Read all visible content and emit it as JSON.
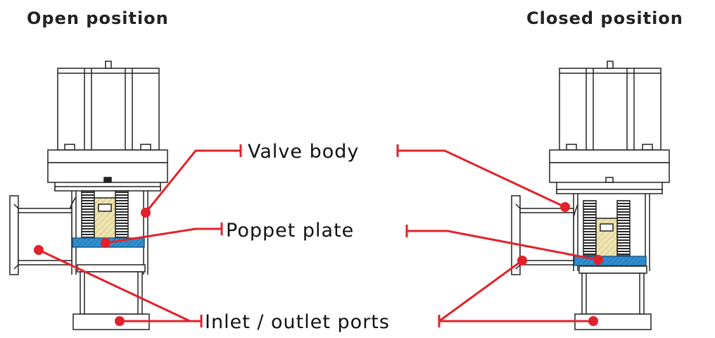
{
  "titles": {
    "open": "Open position",
    "closed": "Closed position"
  },
  "labels": {
    "valve_body": "Valve body",
    "poppet_plate": "Poppet plate",
    "ports": "Inlet / outlet ports"
  },
  "colors": {
    "leader": "#e3212b",
    "poppet": "#2f8fd0",
    "poppet_dark": "#1d5f8c",
    "insert": "#efe4b0",
    "outline": "#222222",
    "spring": "#333333"
  }
}
